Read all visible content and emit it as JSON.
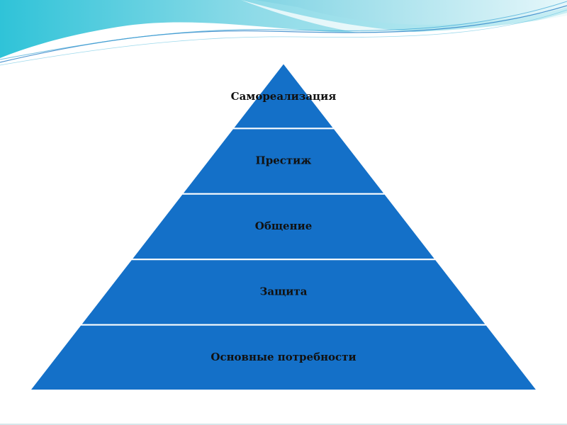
{
  "slide": {
    "accent_color": "#1470c8",
    "separator_color": "#ffffff",
    "wave_colors": [
      "#39c6d9",
      "#7fd8e6",
      "#b5e7ef",
      "#2a7fc6"
    ]
  },
  "pyramid": {
    "levels": [
      {
        "label": "Самореализация"
      },
      {
        "label": "Престиж"
      },
      {
        "label": "Общение"
      },
      {
        "label": "Защита"
      },
      {
        "label": "Основные потребности"
      }
    ]
  }
}
